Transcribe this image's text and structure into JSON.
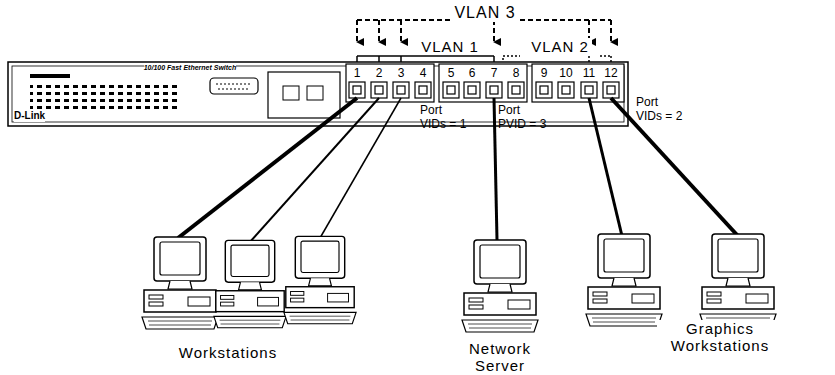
{
  "diagram": {
    "labels": [
      "VLAN 3",
      "VLAN 1",
      "VLAN 2",
      "10/100 Fast Ethernet Switch",
      "D-Link",
      "1",
      "2",
      "3",
      "4",
      "5",
      "6",
      "7",
      "8",
      "9",
      "10",
      "11",
      "12",
      "Port VIDs = 1",
      "Port PVID = 3",
      "Port VIDs = 2",
      "Workstations",
      "Network Server",
      "Graphics Workstations"
    ]
  }
}
